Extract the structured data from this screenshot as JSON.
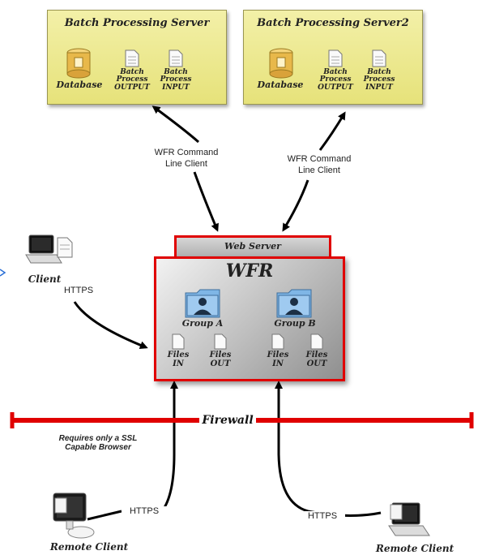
{
  "server1": {
    "title": "Batch Processing Server",
    "database": "Database",
    "output_line1": "Batch",
    "output_line2": "Process",
    "output_line3": "OUTPUT",
    "input_line1": "Batch",
    "input_line2": "Process",
    "input_line3": "INPUT"
  },
  "server2": {
    "title": "Batch Processing Server2",
    "database": "Database",
    "output_line1": "Batch",
    "output_line2": "Process",
    "output_line3": "OUTPUT",
    "input_line1": "Batch",
    "input_line2": "Process",
    "input_line3": "INPUT"
  },
  "cmd1": {
    "line1": "WFR Command",
    "line2": "Line Client"
  },
  "cmd2": {
    "line1": "WFR Command",
    "line2": "Line Client"
  },
  "webserver": {
    "title": "Web Server"
  },
  "wfr": {
    "title": "WFR",
    "group_a": "Group A",
    "group_b": "Group B",
    "files_label": "Files",
    "in_label": "IN",
    "out_label": "OUT"
  },
  "client": {
    "label": "Client",
    "link": "HTTPS"
  },
  "firewall": {
    "label": "Firewall",
    "note_line1": "Requires only a SSL",
    "note_line2": "Capable Browser"
  },
  "remote_client_left": {
    "label": "Remote Client",
    "link": "HTTPS"
  },
  "remote_client_right": {
    "label": "Remote Client",
    "link": "HTTPS"
  },
  "colors": {
    "firewall": "#e00000",
    "server_fill": "#e8e47c",
    "wfr_border": "#e00000"
  }
}
